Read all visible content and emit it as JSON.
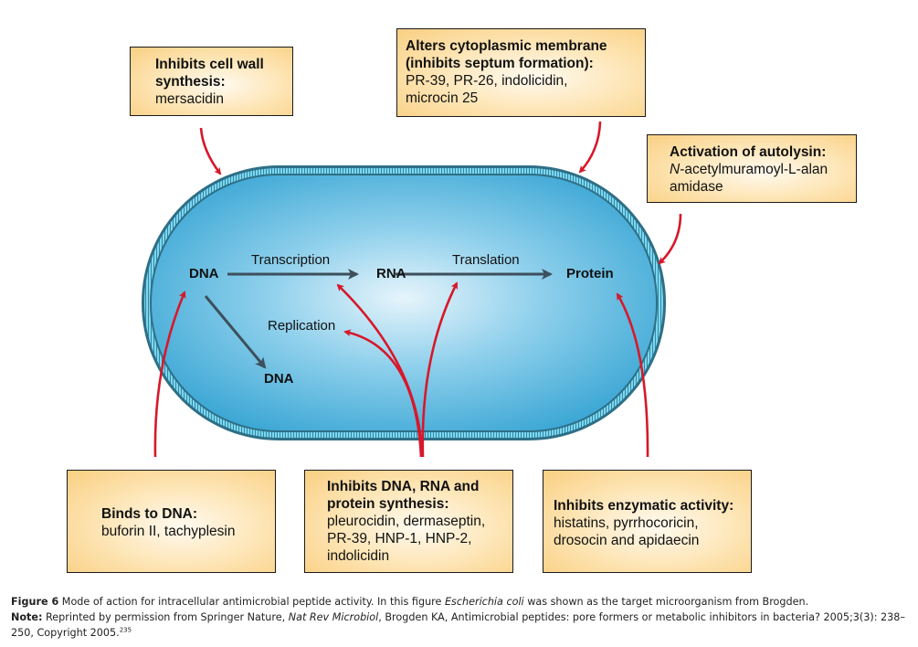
{
  "figure": {
    "cell": {
      "labels": {
        "dna_start": "DNA",
        "transcription": "Transcription",
        "rna": "RNA",
        "translation": "Translation",
        "protein": "Protein",
        "replication": "Replication",
        "dna_replicated": "DNA"
      }
    },
    "boxes": {
      "cell_wall": {
        "title_l1": "Inhibits cell wall",
        "title_l2": "synthesis:",
        "desc": "mersacidin"
      },
      "membrane": {
        "title_l1": "Alters cytoplasmic membrane",
        "title_l2": "(inhibits septum formation):",
        "desc_l1": "PR-39, PR-26, indolicidin,",
        "desc_l2": "microcin 25"
      },
      "autolysin": {
        "title": "Activation of autolysin:",
        "desc_italic": "N",
        "desc_l1_rest": "-acetylmuramoyl-L-alan",
        "desc_l2": "amidase"
      },
      "binds_dna": {
        "title": "Binds to DNA:",
        "desc": "buforin II, tachyplesin"
      },
      "synthesis": {
        "title_l1": "Inhibits DNA, RNA and",
        "title_l2": "protein synthesis:",
        "desc_l1": "pleurocidin, dermaseptin,",
        "desc_l2": "PR-39, HNP-1, HNP-2,",
        "desc_l3": "indolicidin"
      },
      "enzymatic": {
        "title": "Inhibits enzymatic activity:",
        "desc_l1": "histatins, pyrrhocoricin,",
        "desc_l2": "drosocin and apidaecin"
      }
    },
    "colors": {
      "inhibition_arrow": "#d7182a",
      "pathway_arrow": "#3d4f5c",
      "cytoplasm": "#4aaed8",
      "membrane": "#2e6f86"
    }
  },
  "caption": {
    "figure_label": "Figure 6",
    "text_before_italic": " Mode of action for intracellular antimicrobial peptide activity. In this figure ",
    "organism": "Escherichia coli",
    "text_after_italic": " was shown as the target microorganism from Brogden.",
    "note_label": "Note:",
    "note_before_journal": " Reprinted by permission from Springer Nature, ",
    "journal": "Nat Rev Microbiol",
    "note_after_journal": ", Brogden KA, Antimicrobial peptides: pore formers or metabolic inhibitors in bacteria? 2005;3(3): 238–250, Copyright 2005.",
    "reference": "235"
  }
}
